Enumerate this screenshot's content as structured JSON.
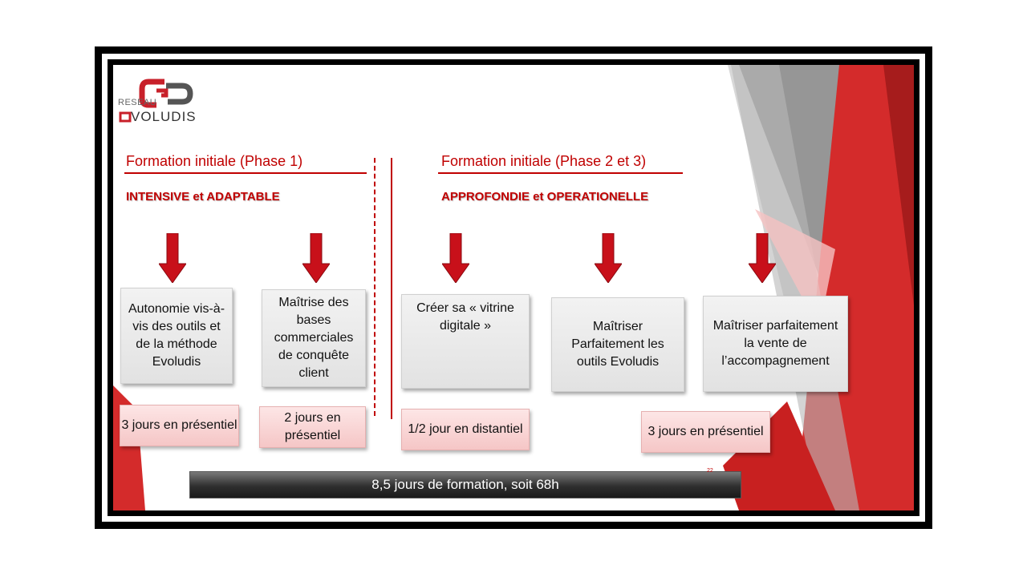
{
  "logo": {
    "line1": "RESEAU",
    "line2": "VOLUDIS",
    "colors": {
      "red": "#c8202a",
      "grey": "#555555"
    }
  },
  "phase1": {
    "title": "Formation initiale (Phase 1)",
    "subtitle": "INTENSIVE et ADAPTABLE"
  },
  "phase23": {
    "title": "Formation initiale (Phase 2 et 3)",
    "subtitle": "APPROFONDIE et OPERATIONELLE"
  },
  "boxes": [
    "Autonomie vis-à-vis des outils et de la méthode Evoludis",
    "Maîtrise des bases commerciales de conquête client",
    "Créer sa « vitrine digitale »",
    "Maîtriser Parfaitement les outils Evoludis",
    "Maîtriser parfaitement la vente de l’accompagnement"
  ],
  "durations": [
    "3 jours en présentiel",
    "2 jours en présentiel",
    "1/2 jour en distantiel",
    "3 jours en présentiel"
  ],
  "total": "8,5 jours de formation, soit 68h",
  "page_number": "22",
  "colors": {
    "accent": "#c00000",
    "arrow": "#c8101a"
  }
}
